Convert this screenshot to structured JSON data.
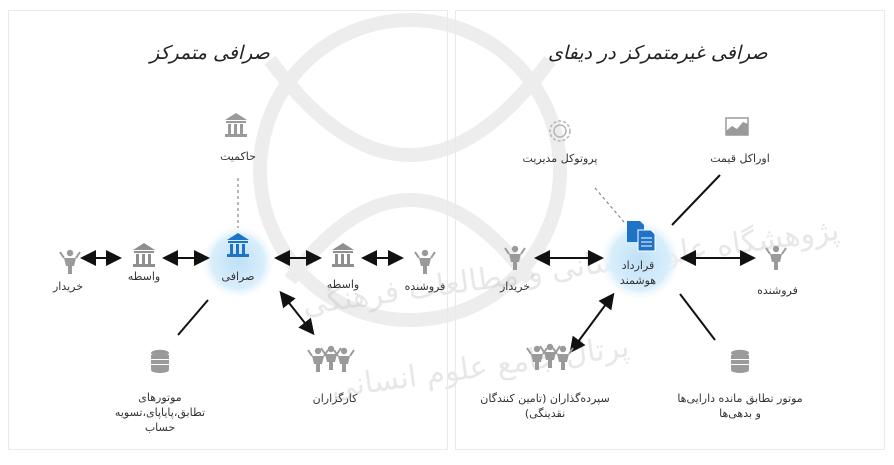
{
  "left": {
    "title": "صرافی متمرکز",
    "governance": "حاکمیت",
    "buyer": "خریدار",
    "intermediary_left": "واسطه",
    "exchange": "صرافی",
    "intermediary_right": "واسطه",
    "seller": "فروشنده",
    "engines": "موتورهای تطابق،پایاپای،تسویه حساب",
    "brokers": "کارگزاران"
  },
  "right": {
    "title": "صرافی غیرمتمرکز در دیفای",
    "governance_protocol": "پروتوکل مدیریت",
    "price_oracle": "اوراکل قیمت",
    "buyer": "خریدار",
    "smart_contract": "قرارداد هوشمند",
    "seller": "فروشنده",
    "liquidity_providers": "سپرده‌گذاران (تامین کنندگان نقدینگی)",
    "balance_engine": "موتور تطابق مانده دارایی‌ها و بدهی‌ها"
  },
  "watermark": {
    "line1": "پژوهشگاه علوم انسانی و مطالعات فرهنگی",
    "line2": "پرتال جامع علوم انسانی"
  },
  "colors": {
    "accent_blue": "#1f73c7",
    "halo": "#cfe7f8",
    "icon_gray": "#9a9a9a",
    "arrow": "#111111"
  }
}
